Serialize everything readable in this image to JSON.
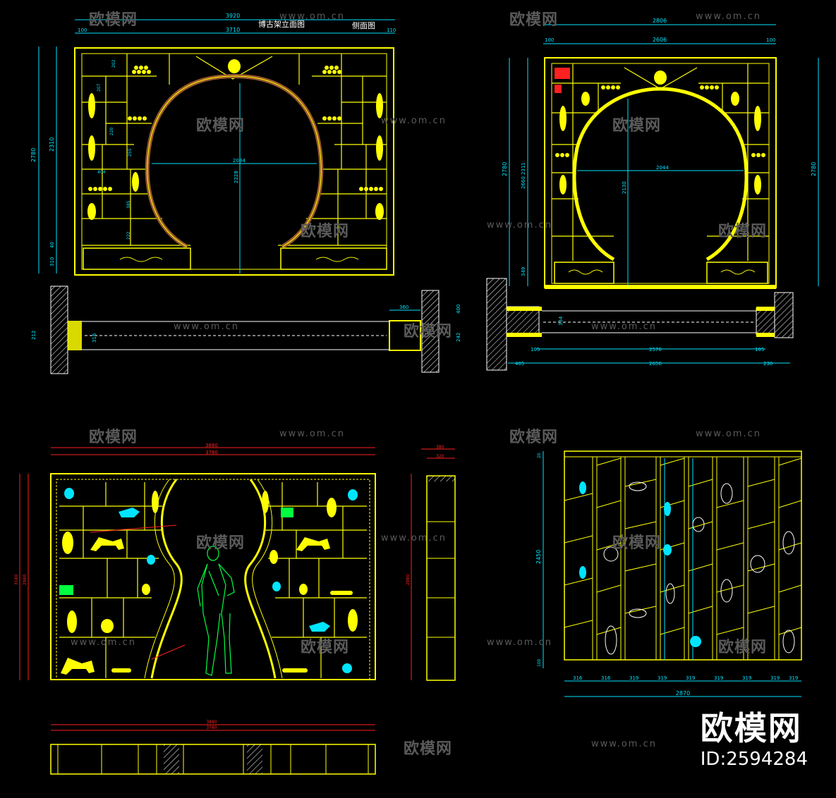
{
  "drawing": {
    "title_main": "博古架立面图",
    "title_side": "侧面图"
  },
  "panel1": {
    "dims": {
      "total": "3920",
      "inner": "3710",
      "left": "100",
      "right": "110",
      "height": "2780",
      "sub_height": "2310",
      "arch_w": "2084",
      "arch_h": "2228",
      "base1": "310",
      "base2": "40",
      "d1": "202",
      "d2": "207",
      "d3": "220",
      "d4": "255",
      "d5": "404",
      "d6": "385",
      "d7": "222"
    },
    "plan": {
      "depth": "360",
      "wall1": "400",
      "wall2": "242",
      "w1": "316",
      "w2": "212"
    }
  },
  "panel2": {
    "dims": {
      "total": "2806",
      "inner": "2606",
      "left": "100",
      "right": "100",
      "height": "2780",
      "sub": "2660 2311",
      "arch_w": "2044",
      "arch_h": "2130",
      "base": "349"
    },
    "plan": {
      "a": "105",
      "b": "2576",
      "c": "105",
      "d": "405",
      "e": "2656",
      "f": "230",
      "depth": "334"
    }
  },
  "panel3": {
    "dims": {
      "total": "3880",
      "inner": "3780",
      "height": "3180",
      "sub": "2980",
      "side_h": "2980",
      "side_w1": "380",
      "side_w2": "320",
      "plan_total": "3880",
      "plan_inner": "3780"
    }
  },
  "panel4": {
    "dims": {
      "height": "2450",
      "bottom": "100",
      "top": "20",
      "total": "2870",
      "modules": [
        "316",
        "316",
        "319",
        "319",
        "319",
        "319",
        "319",
        "319",
        "319"
      ]
    }
  },
  "watermark": {
    "logo": "欧模网",
    "url": "www.om.cn"
  },
  "brand": {
    "name": "欧模网",
    "id": "ID:2594284"
  },
  "colors": {
    "yellow": "#ffff00",
    "cyan": "#00e5ff",
    "red": "#ff2020",
    "white": "#ffffff",
    "green": "#00ff40",
    "brown": "#9a5a2a"
  }
}
